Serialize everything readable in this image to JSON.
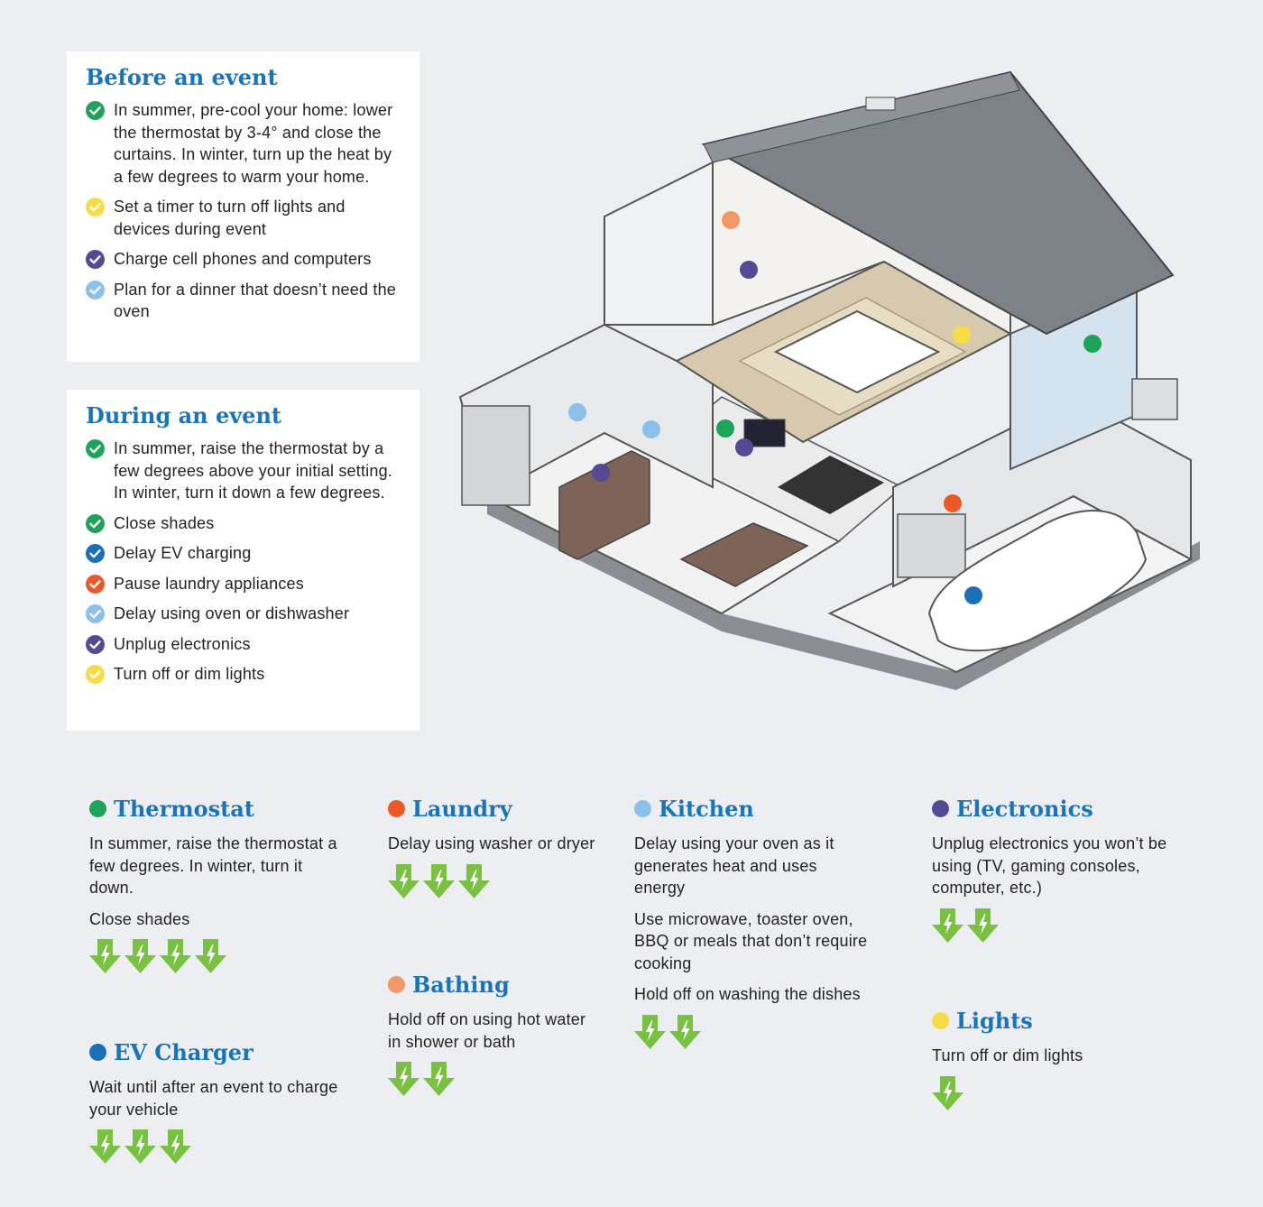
{
  "before": {
    "title": "Before an event",
    "items": [
      {
        "text": "In summer, pre-cool your home: lower the thermostat by 3-4° and close the curtains. In winter, turn up the heat by a few degrees to warm your home.",
        "color": "#1fa35a"
      },
      {
        "text": "Set a timer to turn off lights and devices during event",
        "color": "#f7dc47"
      },
      {
        "text": "Charge cell phones and computers",
        "color": "#544a93"
      },
      {
        "text": "Plan for a dinner that doesn’t need the oven",
        "color": "#8cc0e8"
      }
    ]
  },
  "during": {
    "title": "During an event",
    "items": [
      {
        "text": "In summer, raise the thermostat by a few degrees above your initial setting. In winter, turn it down a few degrees.",
        "color": "#1fa35a"
      },
      {
        "text": "Close shades",
        "color": "#1fa35a"
      },
      {
        "text": "Delay EV charging",
        "color": "#1a6fb5"
      },
      {
        "text": "Pause laundry appliances",
        "color": "#ea5a26"
      },
      {
        "text": "Delay using oven or dishwasher",
        "color": "#8cc0e8"
      },
      {
        "text": "Unplug electronics",
        "color": "#544a93"
      },
      {
        "text": "Turn off or dim lights",
        "color": "#f7dc47"
      }
    ]
  },
  "categories": {
    "thermostat": {
      "title": "Thermostat",
      "color": "#1fa35a",
      "lines": [
        "In summer, raise the thermostat a few degrees. In winter, turn it down.",
        "Close shades"
      ],
      "arrows": 4
    },
    "ev": {
      "title": "EV Charger",
      "color": "#1a6fb5",
      "lines": [
        "Wait until after an event to charge your vehicle"
      ],
      "arrows": 3
    },
    "laundry": {
      "title": "Laundry",
      "color": "#ea5a26",
      "lines": [
        "Delay using washer or dryer"
      ],
      "arrows": 3
    },
    "bathing": {
      "title": "Bathing",
      "color": "#f29766",
      "lines": [
        "Hold off on using hot water in shower or bath"
      ],
      "arrows": 2
    },
    "kitchen": {
      "title": "Kitchen",
      "color": "#8cc0e8",
      "lines": [
        "Delay using your oven as it generates heat and uses energy",
        "Use microwave, toaster oven, BBQ or meals that don’t require cooking",
        "Hold off on washing the dishes"
      ],
      "arrows": 2
    },
    "electronics": {
      "title": "Electronics",
      "color": "#544a93",
      "lines": [
        "Unplug electronics you won’t be using (TV, gaming consoles, computer, etc.)"
      ],
      "arrows": 2
    },
    "lights": {
      "title": "Lights",
      "color": "#f7dc47",
      "lines": [
        "Turn off or dim lights"
      ],
      "arrows": 1
    }
  },
  "colors": {
    "arrow": "#7ac143",
    "heading": "#1a74bb"
  }
}
